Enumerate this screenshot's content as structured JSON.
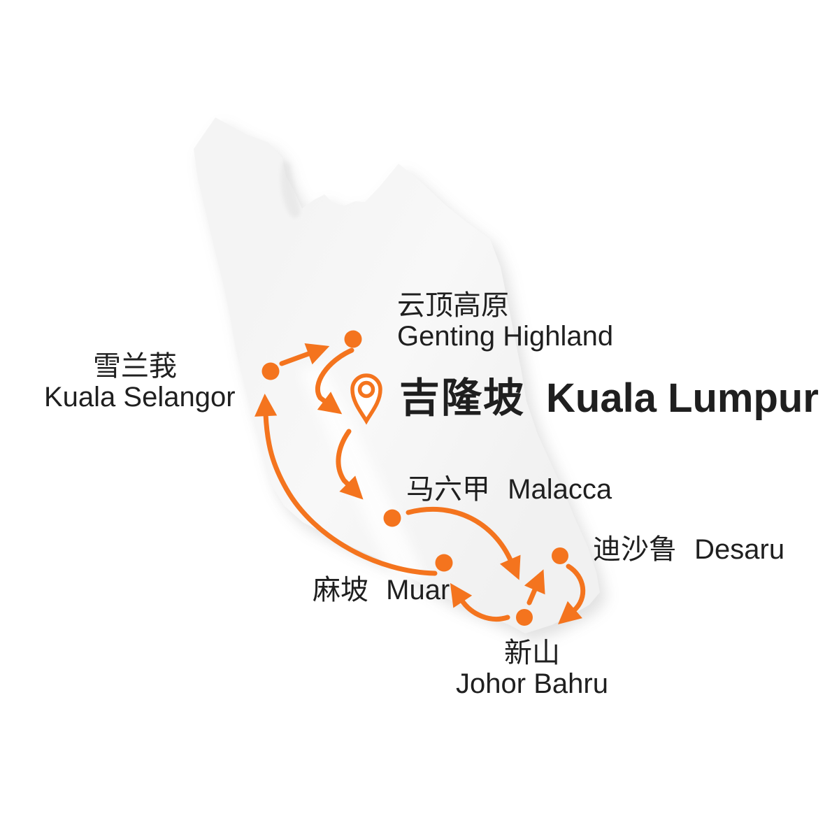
{
  "page": {
    "background": "#ffffff",
    "description_visible_text_language": "Chinese + English"
  },
  "colors": {
    "accent": "#F4741E",
    "map_fill": "#F3F3F3",
    "ink": "#1F1F1F"
  },
  "locations": [
    {
      "id": "kuala-selangor",
      "zh": "雪兰莪",
      "en": "Kuala Selangor",
      "marker": "dot"
    },
    {
      "id": "genting-highland",
      "zh": "云顶高原",
      "en": "Genting Highland",
      "marker": "dot"
    },
    {
      "id": "kuala-lumpur",
      "zh": "吉隆坡",
      "en": "Kuala Lumpur",
      "marker": "pin"
    },
    {
      "id": "malacca",
      "zh": "马六甲",
      "en": "Malacca",
      "marker": "dot"
    },
    {
      "id": "muar",
      "zh": "麻坡",
      "en": "Muar",
      "marker": "dot"
    },
    {
      "id": "desaru",
      "zh": "迪沙鲁",
      "en": "Desaru",
      "marker": "dot"
    },
    {
      "id": "johor-bahru",
      "zh": "新山",
      "en": "Johor Bahru",
      "marker": "dot"
    }
  ],
  "route_arrows": [
    {
      "from": "kuala-selangor",
      "to": "genting-highland"
    },
    {
      "from": "genting-highland",
      "to": "kuala-lumpur"
    },
    {
      "from": "kuala-lumpur",
      "to": "malacca"
    },
    {
      "from": "malacca",
      "to": "johor-bahru"
    },
    {
      "from": "johor-bahru",
      "to": "desaru"
    },
    {
      "from": "desaru",
      "to": "johor-bahru"
    },
    {
      "from": "johor-bahru",
      "to": "muar"
    },
    {
      "from": "muar",
      "to": "kuala-selangor"
    }
  ]
}
